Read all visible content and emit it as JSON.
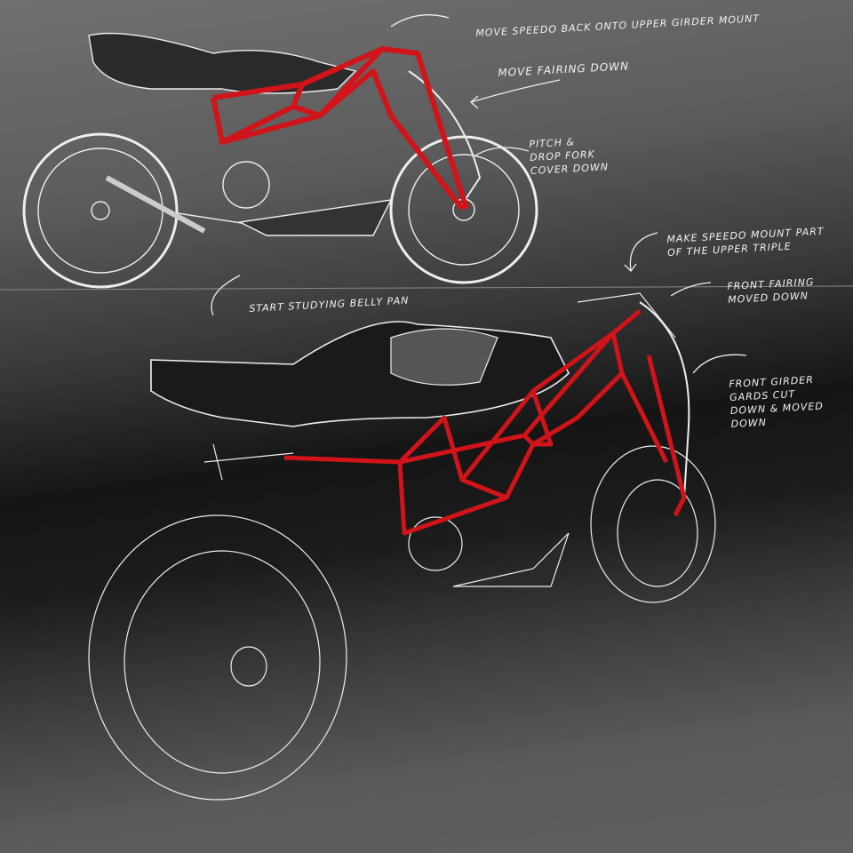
{
  "annotations": {
    "speedo_back": "Move speedo back onto upper girder mount",
    "fairing_down": "Move fairing down",
    "fork_cover": "Pitch & drop fork cover down",
    "belly_pan": "Start studying belly pan",
    "speedo_triple": "Make speedo mount part of the upper triple",
    "front_fairing": "Front fairing moved down",
    "girder_guards": "Front girder gards cut down & moved down"
  },
  "colors": {
    "frame": "#d0141a",
    "line": "#f2f2f2"
  }
}
